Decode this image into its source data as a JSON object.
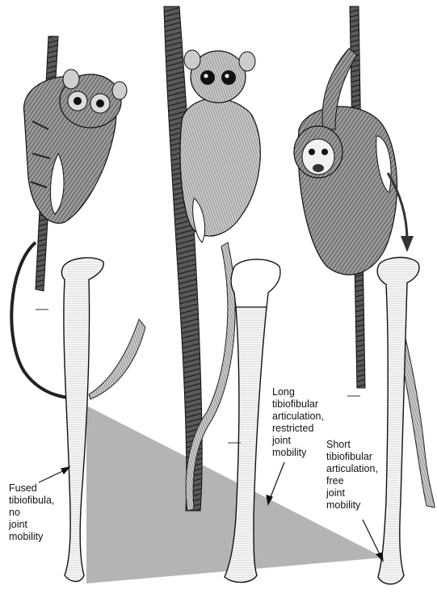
{
  "labels": {
    "fused": "Fused\ntibiofibula,\nno\njoint\nmobility",
    "long": "Long\ntibiofibular\narticulation,\nrestricted\njoint\nmobility",
    "short": "Short\ntibiofibular\narticulation,\nfree\njoint\nmobility"
  },
  "colors": {
    "wedge": "#b4b4b4",
    "ink": "#1a1a1a",
    "fur": "#8a8a8a",
    "highlight": "#ffffff"
  },
  "icons": [
    "tarsier",
    "mouse-lemur",
    "squirrel-monkey",
    "tibia-bone",
    "arrow"
  ]
}
